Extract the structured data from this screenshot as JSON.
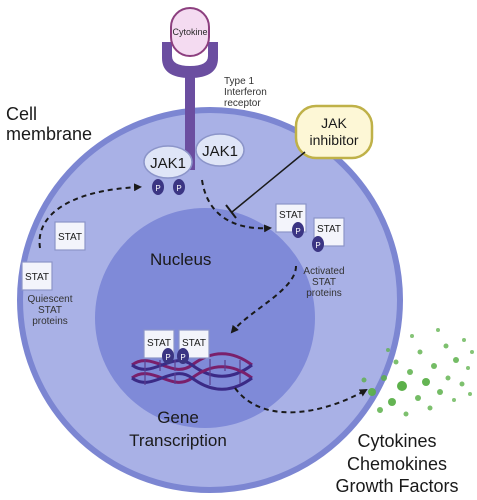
{
  "labels": {
    "cytokine": "Cytokine",
    "receptor_line1": "Type 1",
    "receptor_line2": "Interferon",
    "receptor_line3": "receptor",
    "cell_line1": "Cell",
    "cell_line2": "membrane",
    "jak1_receptor": "JAK1",
    "jak1_bound": "JAK1",
    "jak_inhibitor_line1": "JAK",
    "jak_inhibitor_line2": "inhibitor",
    "phospho": "P",
    "stat": "STAT",
    "nucleus": "Nucleus",
    "quiescent_line1": "Quiescent",
    "quiescent_line2": "STAT",
    "quiescent_line3": "proteins",
    "activated_line1": "Activated",
    "activated_line2": "STAT",
    "activated_line3": "proteins",
    "gene_line1": "Gene",
    "gene_line2": "Transcription",
    "output_line1": "Cytokines",
    "output_line2": "Chemokines",
    "output_line3": "Growth Factors"
  },
  "colors": {
    "cell_fill": "#a9b1e6",
    "cell_stroke": "#7c86d2",
    "nucleus_fill": "#7f8ad8",
    "receptor": "#6b4ea0",
    "cytokine_fill": "#f4dbf1",
    "jak_fill": "#dfe5f7",
    "phospho": "#3b3583",
    "inhibitor_fill": "#fdf7d6",
    "inhibitor_stroke": "#bfb148",
    "stat_fill": "#f3f4fb",
    "dna_strand": "#7a1f6b",
    "particles": "#5cb04a"
  }
}
